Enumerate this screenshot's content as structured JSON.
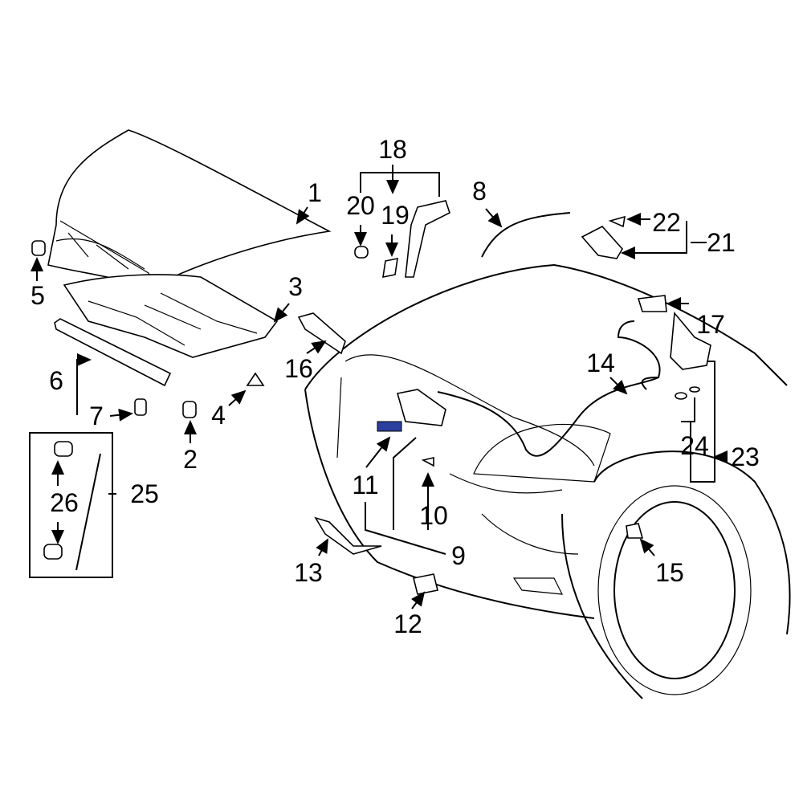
{
  "diagram": {
    "title": "Hood & Components Parts Diagram",
    "callouts": [
      {
        "id": "1",
        "text": "1"
      },
      {
        "id": "2",
        "text": "2"
      },
      {
        "id": "3",
        "text": "3"
      },
      {
        "id": "4",
        "text": "4"
      },
      {
        "id": "5",
        "text": "5"
      },
      {
        "id": "6",
        "text": "6"
      },
      {
        "id": "7",
        "text": "7"
      },
      {
        "id": "8",
        "text": "8"
      },
      {
        "id": "9",
        "text": "9"
      },
      {
        "id": "10",
        "text": "10"
      },
      {
        "id": "11",
        "text": "11"
      },
      {
        "id": "12",
        "text": "12"
      },
      {
        "id": "13",
        "text": "13"
      },
      {
        "id": "14",
        "text": "14"
      },
      {
        "id": "15",
        "text": "15"
      },
      {
        "id": "16",
        "text": "16"
      },
      {
        "id": "17",
        "text": "17"
      },
      {
        "id": "18",
        "text": "18"
      },
      {
        "id": "19",
        "text": "19"
      },
      {
        "id": "20",
        "text": "20"
      },
      {
        "id": "21",
        "text": "21"
      },
      {
        "id": "22",
        "text": "22"
      },
      {
        "id": "23",
        "text": "23"
      },
      {
        "id": "24",
        "text": "24"
      },
      {
        "id": "25",
        "text": "25"
      },
      {
        "id": "26",
        "text": "26"
      }
    ],
    "highlight_color": "#2b3f9e"
  }
}
